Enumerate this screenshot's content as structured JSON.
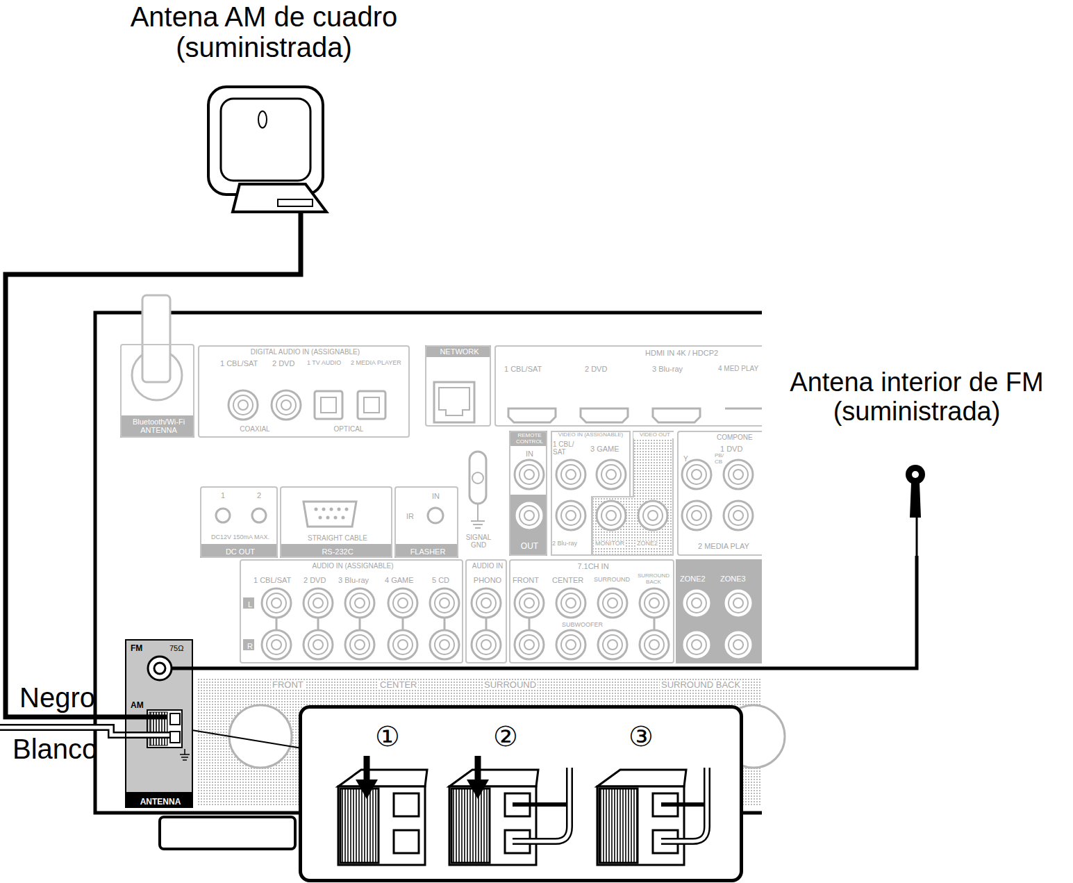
{
  "diagram": {
    "nodes": [
      {
        "text": [
          "Bluetooth/Wi-Fi ANTENNA"
        ]
      },
      {
        "text": [
          "DIGITAL AUDIO IN (ASSIGNABLE)",
          "1 CBL/SAT",
          "2 DVD",
          "1 TV AUDIO",
          "2 MEDIA PLAYER",
          "COAXIAL",
          "OPTICAL"
        ]
      },
      {
        "text": [
          "NETWORK"
        ]
      },
      {
        "text": [
          "HDMI IN 4K / HDCP2",
          "1 CBL/SAT",
          "2 DVD",
          "3 Blu-ray",
          "4 MED PLAY"
        ]
      },
      {
        "text": [
          "1",
          "2",
          "DC12V 150mA MAX.",
          "DC OUT"
        ]
      },
      {
        "text": [
          "STRAIGHT CABLE",
          "RS-232C"
        ]
      },
      {
        "text": [
          "IN",
          "IR",
          "FLASHER"
        ]
      },
      {
        "text": [
          "REMOTE CONTROL",
          "IN",
          "OUT"
        ]
      },
      {
        "text": [
          "VIDEO IN (ASSIGNABLE)",
          "1 CBL/ SAT",
          "3 GAME",
          "2 Blu-ray"
        ]
      },
      {
        "text": [
          "VIDEO OUT",
          "MONITOR",
          "ZONE2"
        ]
      },
      {
        "text": [
          "COMPONE",
          "1 DVD",
          "Y",
          "PB/ CB",
          "2 MEDIA PLAY"
        ]
      },
      {
        "text": [
          "AUDIO IN (ASSIGNABLE)",
          "1 CBL/SAT",
          "2 DVD",
          "3 Blu-ray",
          "4 GAME",
          "5 CD",
          "L",
          "R"
        ]
      },
      {
        "text": [
          "AUDIO IN",
          "PHONO"
        ]
      },
      {
        "text": [
          "7.1CH IN",
          "FRONT",
          "CENTER",
          "SURROUND",
          "SURROUND BACK",
          "SUBWOOFER"
        ]
      },
      {
        "text": [
          "ZONE2",
          "ZONE3"
        ]
      },
      {
        "text": [
          "FM",
          "75Ω",
          "AM",
          "ANTENNA"
        ]
      },
      {
        "text": [
          "①",
          "②",
          "③"
        ]
      }
    ],
    "edges": [
      {
        "from": 15,
        "to": 16,
        "arrow": "none"
      }
    ],
    "labels": [
      "Antena AM de cuadro (suministrada)",
      "Antena interior de FM (suministrada)",
      "Negro",
      "Blanco",
      "SIGNAL GND",
      "FRONT",
      "CENTER",
      "SURROUND",
      "SURROUND BACK"
    ]
  }
}
